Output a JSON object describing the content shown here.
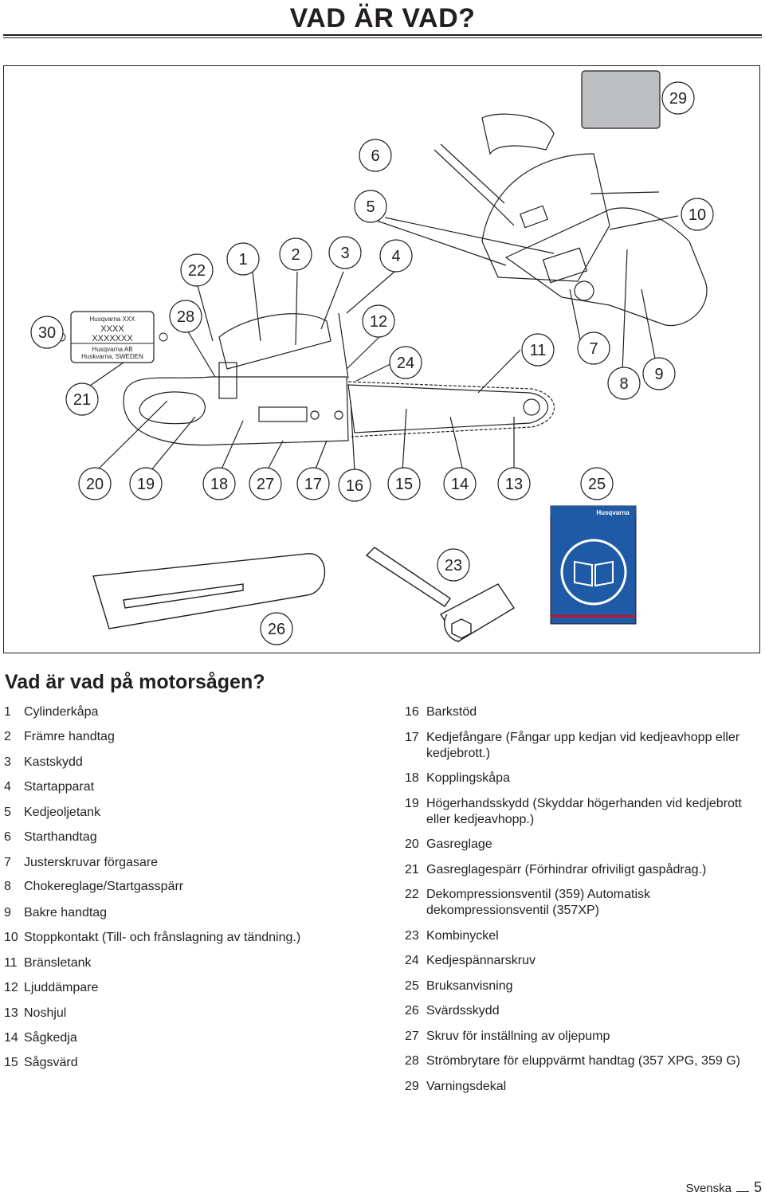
{
  "page_title": "VAD ÄR VAD?",
  "figure": {
    "callouts": [
      "1",
      "2",
      "3",
      "4",
      "5",
      "6",
      "7",
      "8",
      "9",
      "10",
      "11",
      "12",
      "13",
      "14",
      "15",
      "16",
      "17",
      "18",
      "19",
      "20",
      "21",
      "22",
      "23",
      "24",
      "25",
      "26",
      "27",
      "28",
      "29",
      "30"
    ],
    "decal": {
      "line1": "Husqvarna XXX",
      "line2": "XXXX",
      "line3": "XXXXXXX",
      "line4": "Husqvarna AB",
      "line5": "Huskvarna, SWEDEN"
    },
    "manual_brand": "Husqvarna"
  },
  "section_heading": "Vad är vad på motorsågen?",
  "parts_left": [
    {
      "num": "1",
      "text": "Cylinderkåpa"
    },
    {
      "num": "2",
      "text": "Främre handtag"
    },
    {
      "num": "3",
      "text": "Kastskydd"
    },
    {
      "num": "4",
      "text": "Startapparat"
    },
    {
      "num": "5",
      "text": "Kedjeoljetank"
    },
    {
      "num": "6",
      "text": "Starthandtag"
    },
    {
      "num": "7",
      "text": "Justerskruvar förgasare"
    },
    {
      "num": "8",
      "text": "Chokereglage/Startgasspärr"
    },
    {
      "num": "9",
      "text": "Bakre handtag"
    },
    {
      "num": "10",
      "text": "Stoppkontakt (Till- och frånslagning av tändning.)"
    },
    {
      "num": "11",
      "text": "Bränsletank"
    },
    {
      "num": "12",
      "text": "Ljuddämpare"
    },
    {
      "num": "13",
      "text": "Noshjul"
    },
    {
      "num": "14",
      "text": "Sågkedja"
    },
    {
      "num": "15",
      "text": "Sågsvärd"
    }
  ],
  "parts_right": [
    {
      "num": "16",
      "text": "Barkstöd"
    },
    {
      "num": "17",
      "text": "Kedjefångare (Fångar upp kedjan vid kedjeavhopp eller kedjebrott.)"
    },
    {
      "num": "18",
      "text": "Kopplingskåpa"
    },
    {
      "num": "19",
      "text": "Högerhandsskydd (Skyddar högerhanden vid kedjebrott eller kedjeavhopp.)"
    },
    {
      "num": "20",
      "text": "Gasreglage"
    },
    {
      "num": "21",
      "text": "Gasreglagespärr (Förhindrar ofriviligt gaspådrag.)"
    },
    {
      "num": "22",
      "text": "Dekompressionsventil (359) Automatisk dekompressionsventil (357XP)"
    },
    {
      "num": "23",
      "text": "Kombinyckel"
    },
    {
      "num": "24",
      "text": "Kedjespännarskruv"
    },
    {
      "num": "25",
      "text": "Bruksanvisning"
    },
    {
      "num": "26",
      "text": "Svärdsskydd"
    },
    {
      "num": "27",
      "text": "Skruv för inställning av oljepump"
    },
    {
      "num": "28",
      "text": "Strömbrytare för eluppvärmt handtag (357 XPG, 359 G)"
    },
    {
      "num": "29",
      "text": "Varningsdekal"
    }
  ],
  "footer": {
    "language": "Svenska",
    "page_number": "5"
  }
}
